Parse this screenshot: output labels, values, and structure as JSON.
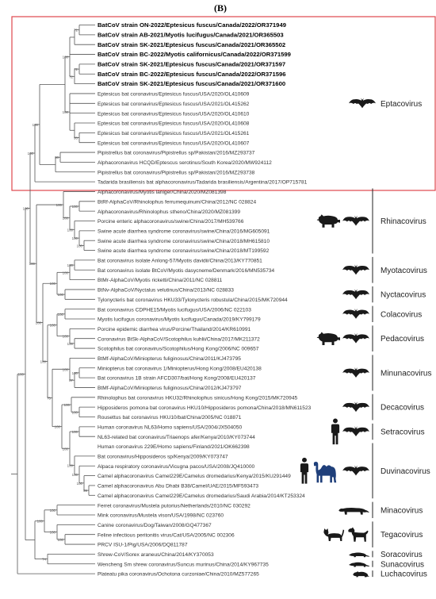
{
  "panel_label": "(B)",
  "highlight_color": "#e0474c",
  "silhouette_color": "#1a1a1a",
  "camel_color": "#1f3f7a",
  "tips": [
    {
      "label": "BatCoV strain ON-2022/Eptesicus fuscus/Canada/2022/OR371949",
      "bold": true
    },
    {
      "label": "BatCoV strain AB-2021/Myotis lucifugus/Canada/2021/OR365503",
      "bold": true
    },
    {
      "label": "BatCoV strain SK-2021/Eptesicus fuscus/Canada/2021/OR365502",
      "bold": true
    },
    {
      "label": "BatCoV strain BC-2022/Myotis californicus/Canada/2022/OR371599",
      "bold": true
    },
    {
      "label": "BatCoV strain SK-2021/Eptesicus fuscus/Canada/2021/OR371597",
      "bold": true
    },
    {
      "label": "BatCoV strain BC-2022/Eptesicus fuscus/Canada/2022/OR371596",
      "bold": true
    },
    {
      "label": "BatCoV strain SK-2021/Eptesicus fuscus/Canada/2021/OR371600",
      "bold": true
    },
    {
      "label": "Eptesicus bat coronavirus/Eptesicus fuscus/USA/2020/OL410609",
      "bold": false
    },
    {
      "label": "Eptesicus bat coronavirus/Eptesicus fuscus/USA/2021/OL415262",
      "bold": false
    },
    {
      "label": "Eptesicus bat coronavirus/Eptesicus fuscus/USA/2020/OL410610",
      "bold": false
    },
    {
      "label": "Eptesicus bat coronavirus/Eptesicus fuscus/USA/2020/OL410608",
      "bold": false
    },
    {
      "label": "Eptesicus bat coronavirus/Eptesicus fuscus/USA/2021/OL415261",
      "bold": false
    },
    {
      "label": "Eptesicus bat coronavirus/Eptesicus fuscus/USA/2020/OL410607",
      "bold": false
    },
    {
      "label": "Pipistrellus bat coronavirus/Pipistrellus sp/Pakistan/2016/MZ293737",
      "bold": false
    },
    {
      "label": "Alphacoronavirus HCQD/Eptescus serotinus/South Korea/2020/MW924112",
      "bold": false
    },
    {
      "label": "Pipistrellus bat coronavirus/Pipistrellus sp/Pakistan/2016/MZ293738",
      "bold": false
    },
    {
      "label": "Tadarida brasiliensis bat alphacoronavirus/Tadarida brasiliensis/Argentina/2017/OP715781",
      "bold": false
    },
    {
      "label": "Alphacoronavirus/Myotis laniger/China/2020/MZ081398",
      "bold": false
    },
    {
      "label": "BtRf-AlphaCoV/Rhinolophus ferrumequinum/China/2012/NC 028824",
      "bold": false
    },
    {
      "label": "Alphacoronavirus/Rhinolophus stheno/China/2020/MZ081399",
      "bold": false
    },
    {
      "label": "Porcine enteric alphacoronavirus/swine/China/2017/MH539766",
      "bold": false
    },
    {
      "label": "Swine acute diarrhea syndrome coronavirus/swine/China/2016/MG605091",
      "bold": false
    },
    {
      "label": "Swine acute diarrhea syndrome coronavirus/swine/China/2018/MH615810",
      "bold": false
    },
    {
      "label": "Swine acute diarrhea syndrome coronavirus/swine/China/2018/MT199592",
      "bold": false
    },
    {
      "label": "Bat coronavirus isolate Anlong-57/Myotis davidii/China/2013/KY770851",
      "bold": false
    },
    {
      "label": "Bat coronavirus isolate BtCoV/Myotis dasycneme/Denmark/2016/MN535734",
      "bold": false
    },
    {
      "label": "BtMr-AlphaCoV/Myotis ricketti/China/2011/NC 028811",
      "bold": false
    },
    {
      "label": "BtNv-AlphaCoV/Nyctalus velutinus/China/2013/NC 028833",
      "bold": false
    },
    {
      "label": "Tylonycteris bat coronavirus HKU33/Tylonycteris robustula/China/2015/MK720944",
      "bold": false
    },
    {
      "label": "Bat coronavirus CDPHE15/Myotis lucifugus/USA/2006/NC 022103",
      "bold": false
    },
    {
      "label": "Myotis lucifugus coronavirus/Myotis lucifugus/Canada/2019/KY799179",
      "bold": false
    },
    {
      "label": "Porcine epidemic diarrhea virus/Porcine/Thailand/2014/KR610991",
      "bold": false
    },
    {
      "label": "Coronavirus BtSk-AlphaCoV/Scotophilus kuhlii/China/2017/MK211372",
      "bold": false
    },
    {
      "label": "Scotophilus bat coronavirus/Scotophilus/Hong Kong/2006/NC 009657",
      "bold": false
    },
    {
      "label": "BtMf-AlphaCoV/Miniopterus fuliginosus/China/2011/KJ473795",
      "bold": false
    },
    {
      "label": "Miniopterus bat coronavirus 1/Miniopterus/Hong Kong/2008/EU420138",
      "bold": false
    },
    {
      "label": "Bat coronavirus 1B strain AFCD307/bat/Hong Kong/2008/EU420137",
      "bold": false
    },
    {
      "label": "BtMf-AlphaCoV/Miniopterus fuliginosus/China/2012/KJ473797",
      "bold": false
    },
    {
      "label": "Rhinolophus bat coronavirus HKU32/Rhinolophus sinicus/Hong Kong/2015/MK720945",
      "bold": false
    },
    {
      "label": "Hipposideros pomona bat coronavirus HKU10/Hipposideros pomona/China/2018/MN611523",
      "bold": false
    },
    {
      "label": "Rousettus bat coronavirus HKU10/bat/China/2005/NC 018871",
      "bold": false
    },
    {
      "label": "Human coronavirus NL63/Homo sapiens/USA/2004/JX504050",
      "bold": false
    },
    {
      "label": "NL63-related bat coronavirus/Triaenops afer/Kenya/2010/KY073744",
      "bold": false
    },
    {
      "label": "Human coronavirus 229E/Homo sapiens/Finland/2021/OK662398",
      "bold": false
    },
    {
      "label": "Bat coronavirus/Hipposideros sp/Kenya/2009/KY073747",
      "bold": false
    },
    {
      "label": "Alpaca respiratory coronavirus/Vicugna pacos/USA/2008/JQ410000",
      "bold": false
    },
    {
      "label": "Camel alphacoronavirus Camel229E/Camelus dromedarius/Kenya/2015/KU291449",
      "bold": false
    },
    {
      "label": "Camel alphacoronavirus Abu Dhabi B38/Camel/UAE/2015/MF593473",
      "bold": false
    },
    {
      "label": "Camel alphacoronavirus Camel229E/Camelus dromedarius/Saudi Arabia/2014/KT253324",
      "bold": false
    },
    {
      "label": "Ferret coronavirus/Mustela putorius/Netherlands/2010/NC 030292",
      "bold": false
    },
    {
      "label": "Mink coronavirus/Mustela vison/USA/1998/NC 023760",
      "bold": false
    },
    {
      "label": "Canine coronavirus/Dog/Taiwan/2008/GQ477367",
      "bold": false
    },
    {
      "label": "Feline infectious peritonitis virus/Cat/USA/2005/NC 002306",
      "bold": false
    },
    {
      "label": "PRCV ISU-1/Pig/USA/2006/DQ811787",
      "bold": false
    },
    {
      "label": "Shrew-CoV/Sorex araneus/China/2014/KY370053",
      "bold": false
    },
    {
      "label": "Wencheng Sm shrew coronavirus/Suncus murinus/China/2014/KY967735",
      "bold": false
    },
    {
      "label": "Plateatu pika coronavirus/Ochotona curzoniae/China/2010/MZ577265",
      "bold": false
    }
  ],
  "bootstrap": [
    "72",
    "72",
    "72",
    "100",
    "93",
    "100",
    "98",
    "100",
    "100",
    "100",
    "100",
    "100",
    "100",
    "100",
    "100",
    "100",
    "100",
    "100",
    "100",
    "100",
    "100",
    "100",
    "100",
    "100",
    "87",
    "100",
    "100",
    "100",
    "100",
    "99",
    "100",
    "100",
    "100",
    "100",
    "100",
    "75",
    "100",
    "100",
    "100",
    "100",
    "100",
    "100",
    "100",
    "100",
    "74",
    "100"
  ],
  "genera": [
    {
      "name": "Eptacovirus",
      "hosts": [
        "bat-icon"
      ]
    },
    {
      "name": "Rhinacovirus",
      "hosts": [
        "pig-icon",
        "bat-icon"
      ]
    },
    {
      "name": "Myotacovirus",
      "hosts": [
        "bat-icon"
      ]
    },
    {
      "name": "Nyctacovirus",
      "hosts": [
        "bat-icon"
      ]
    },
    {
      "name": "Colacovirus",
      "hosts": [
        "bat-icon"
      ]
    },
    {
      "name": "Pedacovirus",
      "hosts": [
        "pig-icon",
        "bat-icon"
      ]
    },
    {
      "name": "Minunacovirus",
      "hosts": [
        "bat-icon"
      ]
    },
    {
      "name": "Decacovirus",
      "hosts": [
        "bat-icon"
      ]
    },
    {
      "name": "Setracovirus",
      "hosts": [
        "human-icon",
        "bat-icon"
      ]
    },
    {
      "name": "Duvinacovirus",
      "hosts": [
        "human-icon",
        "camel-icon",
        "bat-icon"
      ]
    },
    {
      "name": "Minacovirus",
      "hosts": [
        "ferret-icon"
      ]
    },
    {
      "name": "Tegacovirus",
      "hosts": [
        "cat-icon",
        "dog-icon"
      ]
    },
    {
      "name": "Soracovirus",
      "hosts": [
        "shrew-icon"
      ]
    },
    {
      "name": "Sunacovirus",
      "hosts": [
        "shrew-icon"
      ]
    },
    {
      "name": "Luchacovirus",
      "hosts": [
        "rodent-icon"
      ]
    }
  ]
}
